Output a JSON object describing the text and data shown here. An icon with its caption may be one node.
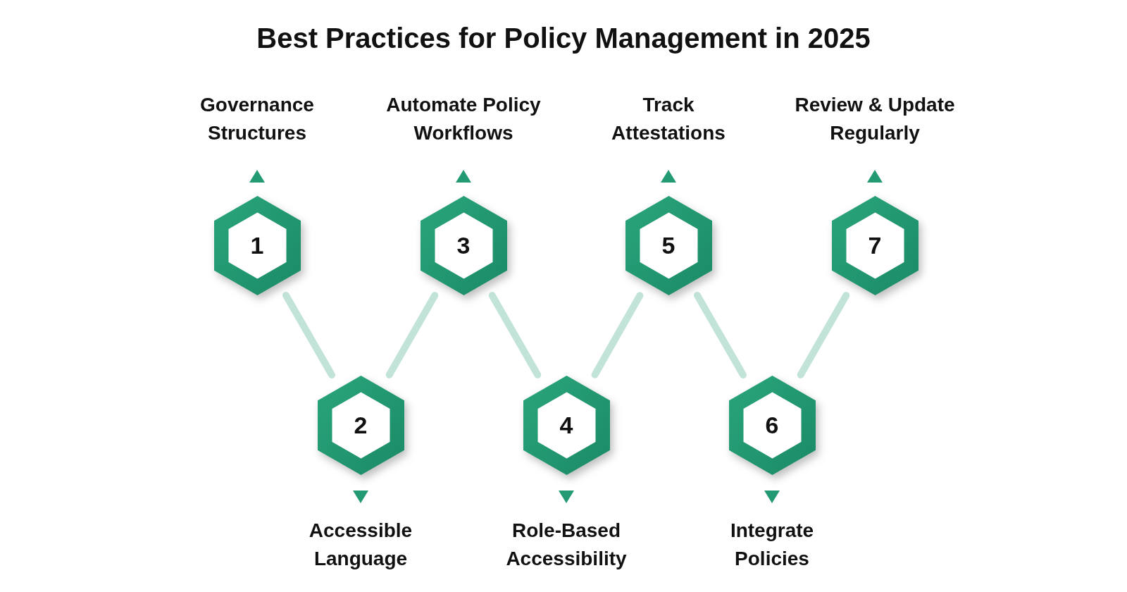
{
  "diagram": {
    "title": "Best Practices for Policy Management in 2025",
    "nodes": [
      {
        "text": [
          "Governance Structures",
          "1"
        ]
      },
      {
        "text": [
          "2",
          "Accessible Language"
        ]
      },
      {
        "text": [
          "Automate Policy Workflows",
          "3"
        ]
      },
      {
        "text": [
          "4",
          "Role-Based Accessibility"
        ]
      },
      {
        "text": [
          "Track Attestations",
          "5"
        ]
      },
      {
        "text": [
          "6",
          "Integrate Policies"
        ]
      },
      {
        "text": [
          "Review & Update Regularly",
          "7"
        ]
      }
    ],
    "edges": [
      {
        "from": 0,
        "to": 1,
        "arrow": "none"
      },
      {
        "from": 1,
        "to": 2,
        "arrow": "none"
      },
      {
        "from": 2,
        "to": 3,
        "arrow": "none"
      },
      {
        "from": 3,
        "to": 4,
        "arrow": "none"
      },
      {
        "from": 4,
        "to": 5,
        "arrow": "none"
      },
      {
        "from": 5,
        "to": 6,
        "arrow": "none"
      }
    ]
  }
}
